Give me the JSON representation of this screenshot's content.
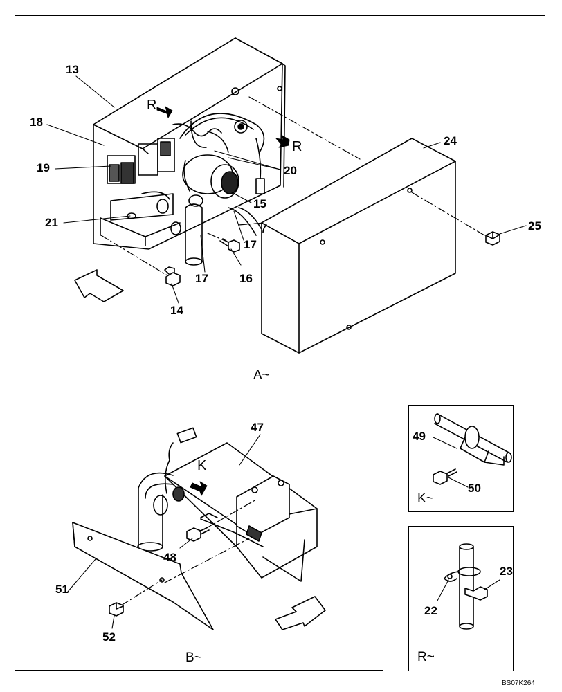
{
  "view_a": {
    "caption": "A~",
    "labels": {
      "p13": "13",
      "p18": "18",
      "p19": "19",
      "p21": "21",
      "p14": "14",
      "p24": "24",
      "p20": "20",
      "p15": "15",
      "p25": "25",
      "p17a": "17",
      "p17b": "17",
      "p16": "16"
    },
    "arrow_r_left": "R",
    "arrow_r_right": "R"
  },
  "view_b": {
    "caption": "B~",
    "labels": {
      "p47": "47",
      "p48": "48",
      "p51": "51",
      "p52": "52"
    },
    "arrow_k": "K"
  },
  "view_k": {
    "caption": "K~",
    "labels": {
      "p49": "49",
      "p50": "50"
    }
  },
  "view_r": {
    "caption": "R~",
    "labels": {
      "p22": "22",
      "p23": "23"
    }
  },
  "figure_code": "BS07K264"
}
